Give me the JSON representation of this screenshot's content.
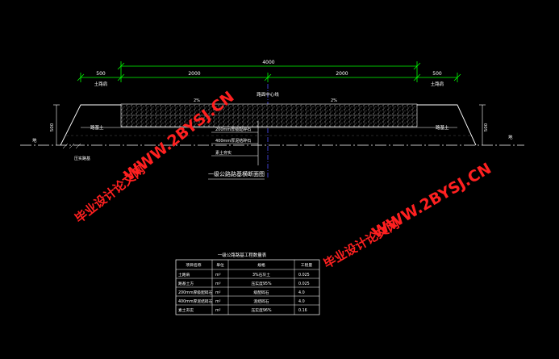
{
  "drawing": {
    "dims": {
      "total": "4000",
      "left_shoulder": "500",
      "left_lane": "2000",
      "right_lane": "2000",
      "right_shoulder": "500",
      "left_height": "500",
      "right_height": "500"
    },
    "labels": {
      "left_shoulder_label": "土路肩",
      "right_shoulder_label": "土路肩",
      "centerline_label": "路面中心线",
      "left_slope_pct": "2%",
      "right_slope_pct": "2%",
      "left_fill_label": "路基土",
      "right_fill_label": "路基土",
      "left_ground": "地",
      "right_ground": "地",
      "subgrade_label": "压实路基",
      "layer_1": "200mm厚级配碎石",
      "layer_2": "400mm厚泥结碎石",
      "layer_3": "素土夯实"
    },
    "caption": "一级公路路基横断面图"
  },
  "table": {
    "title": "一级公路路基工程数量表",
    "headers": [
      "项目名称",
      "单位",
      "规格",
      "工程量"
    ],
    "rows": [
      [
        "土路肩",
        "m³",
        "3%石灰土",
        "0.025"
      ],
      [
        "路基土方",
        "m³",
        "压实度95%",
        "0.025"
      ],
      [
        "200mm厚级配碎石",
        "m²",
        "级配碎石",
        "4.0"
      ],
      [
        "400mm厚泥结碎石",
        "m²",
        "泥结碎石",
        "4.0"
      ],
      [
        "素土夯实",
        "m²",
        "压实度96%",
        "0.16"
      ]
    ]
  },
  "watermarks": {
    "url": "WWW.2BYSJ.CN",
    "text": "毕业设计论文网"
  },
  "colors": {
    "background": "#000000",
    "lines": "#ffffff",
    "dimension": "#00ff00",
    "watermark": "#ff2020",
    "centerline": "#5050ff"
  }
}
